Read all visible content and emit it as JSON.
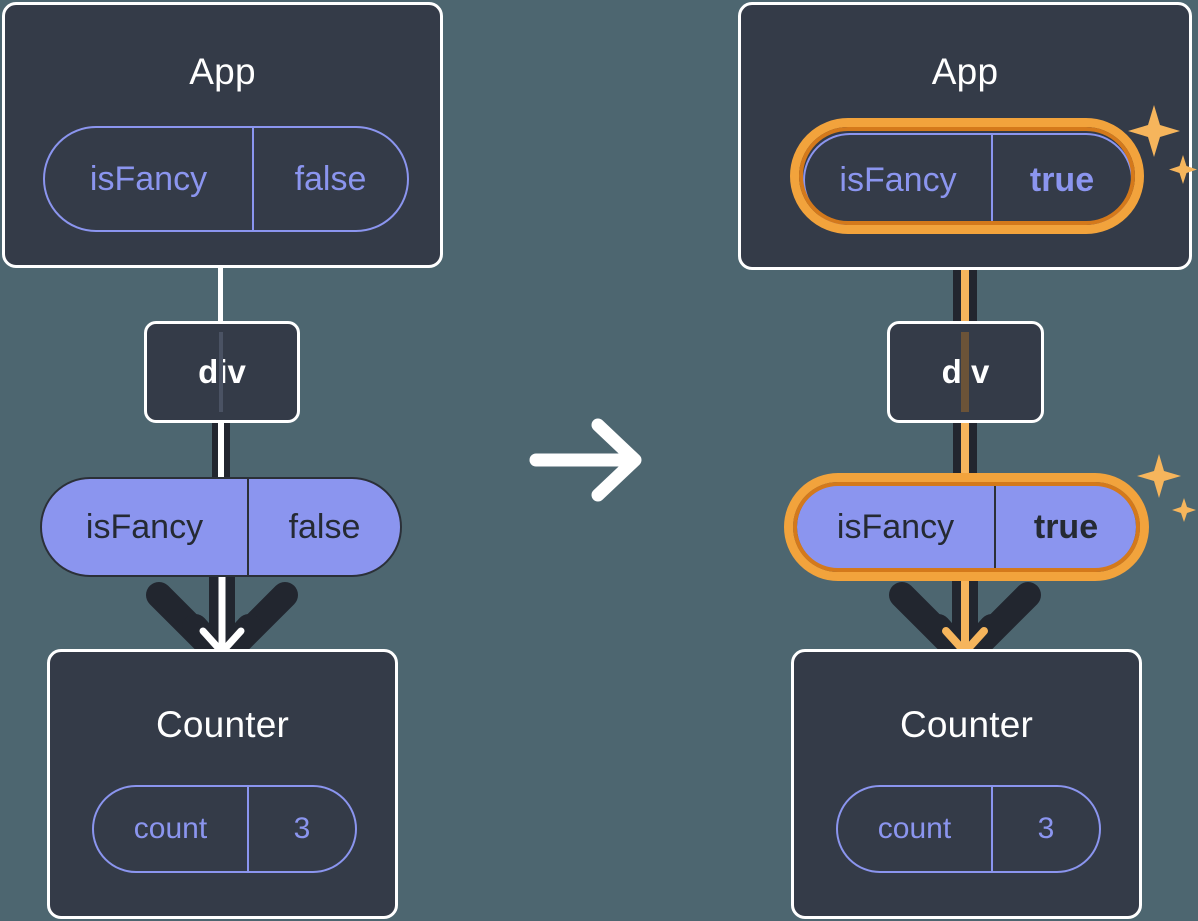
{
  "diagram": {
    "title": "React state propagation: isFancy false to true",
    "colors": {
      "background": "#4d6670",
      "panel": "#343b48",
      "panel_border": "#ffffff",
      "accent_purple": "#8b95ef",
      "highlight_orange": "#f2a33c",
      "highlight_orange_dark": "#d4791b",
      "connector_dark": "#22262f",
      "connector_light": "#ffffff"
    },
    "transition_arrow": "arrow-right-icon",
    "panels": [
      {
        "id": "before",
        "app": {
          "label": "App",
          "state_pill": {
            "key": "isFancy",
            "value": "false",
            "value_bold": false,
            "highlighted": false,
            "style": "outline"
          }
        },
        "node": {
          "label": "div"
        },
        "prop_pill": {
          "key": "isFancy",
          "value": "false",
          "value_bold": false,
          "highlighted": false,
          "style": "filled"
        },
        "counter": {
          "label": "Counter",
          "state_pill": {
            "key": "count",
            "value": "3",
            "value_bold": false,
            "highlighted": false,
            "style": "outline"
          }
        },
        "sparkles": false,
        "flow_color": "#ffffff"
      },
      {
        "id": "after",
        "app": {
          "label": "App",
          "state_pill": {
            "key": "isFancy",
            "value": "true",
            "value_bold": true,
            "highlighted": true,
            "style": "outline"
          }
        },
        "node": {
          "label": "div"
        },
        "prop_pill": {
          "key": "isFancy",
          "value": "true",
          "value_bold": true,
          "highlighted": true,
          "style": "filled"
        },
        "counter": {
          "label": "Counter",
          "state_pill": {
            "key": "count",
            "value": "3",
            "value_bold": false,
            "highlighted": false,
            "style": "outline"
          }
        },
        "sparkles": true,
        "flow_color": "#f6b55c"
      }
    ]
  }
}
